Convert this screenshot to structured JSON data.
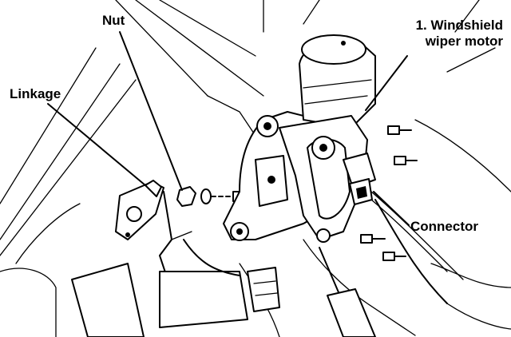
{
  "diagram": {
    "labels": {
      "nut": "Nut",
      "linkage": "Linkage",
      "wiper_motor_line1": "1. Windshield",
      "wiper_motor_line2": "wiper motor",
      "connector": "Connector"
    },
    "colors": {
      "ink": "#000000",
      "paper": "#ffffff"
    }
  }
}
